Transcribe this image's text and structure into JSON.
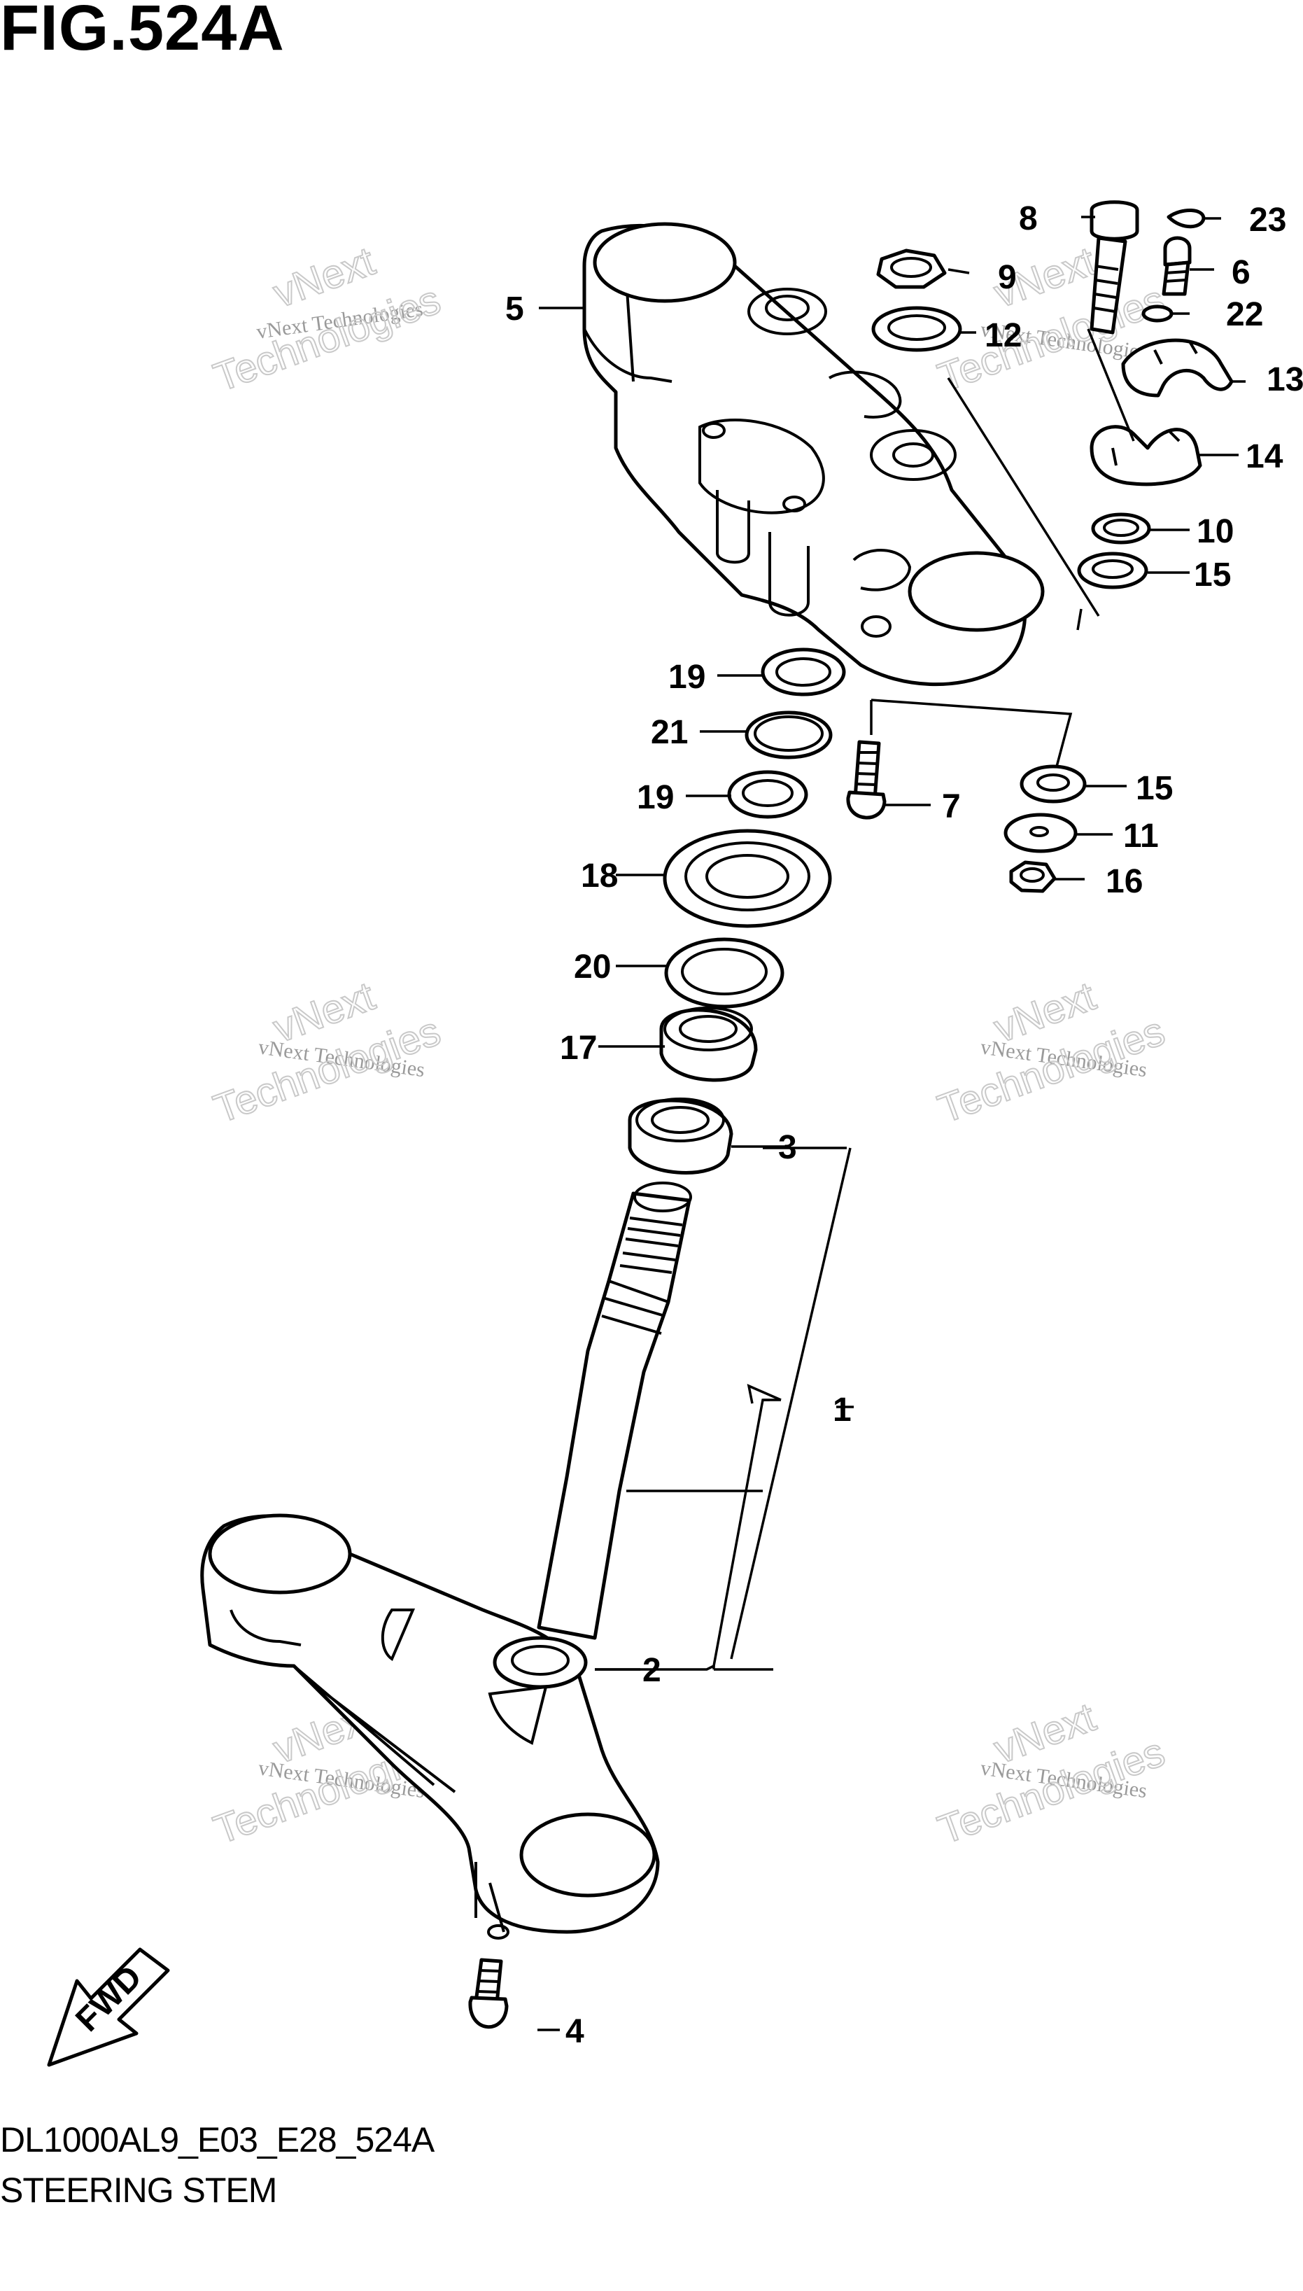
{
  "figure": {
    "title": "FIG.524A",
    "footer_code": "DL1000AL9_E03_E28_524A",
    "footer_name": "STEERING STEM",
    "fwd_label": "FWD"
  },
  "watermarks": [
    {
      "small": "vNext Technologies",
      "big_top": "vNext",
      "big_bottom": "Technologies"
    },
    {
      "small": "vNext Technologies",
      "big_top": "vNext",
      "big_bottom": "Technologies"
    },
    {
      "small": "vNext Technologies",
      "big_top": "vNext",
      "big_bottom": "Technologies"
    },
    {
      "small": "vNext Technologies",
      "big_top": "vNext",
      "big_bottom": "Technologies"
    },
    {
      "small": "vNext Technologies",
      "big_top": "vNext",
      "big_bottom": "Technologies"
    },
    {
      "small": "vNext Technologies",
      "big_top": "vNext",
      "big_bottom": "Technologies"
    }
  ],
  "callouts": [
    "1",
    "2",
    "3",
    "4",
    "5",
    "6",
    "7",
    "8",
    "9",
    "10",
    "11",
    "12",
    "13",
    "14",
    "15",
    "15",
    "16",
    "17",
    "18",
    "19",
    "19",
    "20",
    "21",
    "22",
    "23"
  ],
  "icons": {
    "fwd_arrow": "arrow-down-left-icon"
  }
}
